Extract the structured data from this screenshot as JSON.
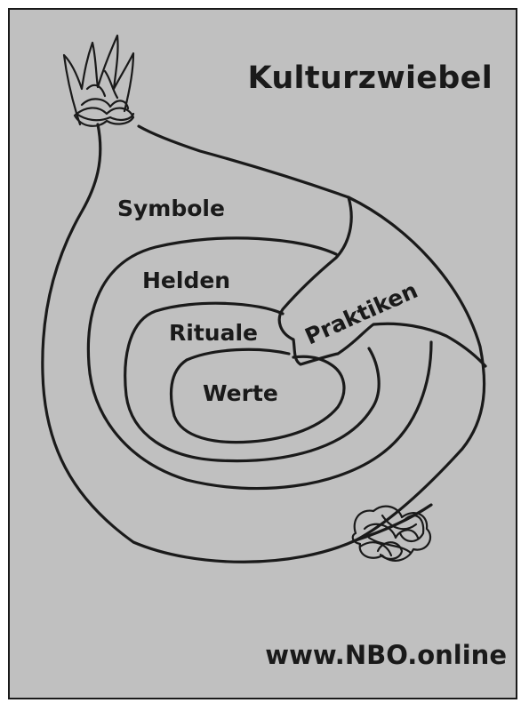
{
  "title": "Kulturzwiebel",
  "layers": {
    "symbole": "Symbole",
    "helden": "Helden",
    "rituale": "Rituale",
    "werte": "Werte",
    "praktiken": "Praktiken"
  },
  "footer": "www.NBO.online",
  "colors": {
    "background": "#c0c0c0",
    "ink": "#1a1a1a"
  }
}
